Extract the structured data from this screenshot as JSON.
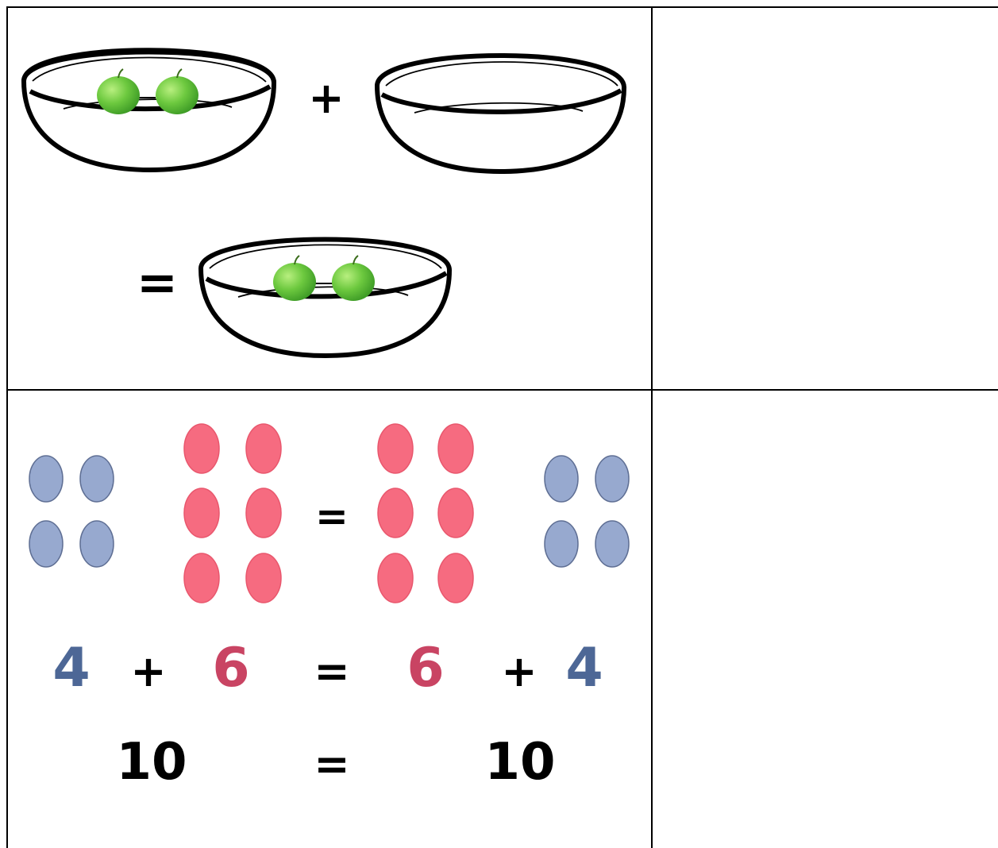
{
  "top_cell": {
    "plus_symbol": "+",
    "equals_symbol": "=",
    "bowls": [
      {
        "role": "first-addend",
        "apples": 2
      },
      {
        "role": "second-addend",
        "apples": 0
      },
      {
        "role": "sum",
        "apples": 2
      }
    ]
  },
  "bottom_cell": {
    "dot_groups": [
      {
        "role": "left-first-addend",
        "count": 4,
        "color": "#97a9cf"
      },
      {
        "role": "left-second-addend",
        "count": 6,
        "color": "#f66b80"
      },
      {
        "role": "right-first-addend",
        "count": 6,
        "color": "#f66b80"
      },
      {
        "role": "right-second-addend",
        "count": 4,
        "color": "#97a9cf"
      }
    ],
    "dots_equals": "=",
    "equation": {
      "left_a": "4",
      "plus_1": "+",
      "left_b": "6",
      "equals": "=",
      "right_a": "6",
      "plus_2": "+",
      "right_b": "4"
    },
    "totals": {
      "left_total": "10",
      "equals": "=",
      "right_total": "10"
    }
  },
  "colors": {
    "blue_dot": "#97a9cf",
    "blue_dot_stroke": "#5f6f94",
    "pink_dot": "#f66b80",
    "pink_dot_stroke": "#e9576d",
    "blue_digit": "#4d6796",
    "pink_digit": "#c94463",
    "apple": "#6dc93f",
    "black": "#000000"
  }
}
